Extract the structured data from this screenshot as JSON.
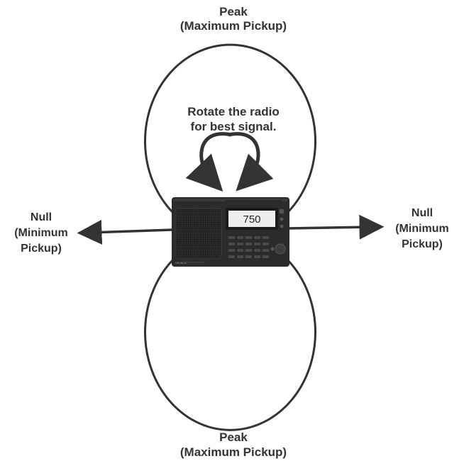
{
  "labels": {
    "peak_top_line1": "Peak",
    "peak_top_line2": "(Maximum Pickup)",
    "peak_bottom_line1": "Peak",
    "peak_bottom_line2": "(Maximum Pickup)",
    "null_left_line1": "Null",
    "null_left_line2": "(Minimum",
    "null_left_line3": "Pickup)",
    "null_right_line1": "Null",
    "null_right_line2": "(Minimum",
    "null_right_line3": "Pickup)",
    "rotate_line1": "Rotate the radio",
    "rotate_line2": "for best signal."
  },
  "radio": {
    "display_value": "750",
    "brand": "GRUNDIG"
  },
  "colors": {
    "lines": "#333333",
    "radio_body": "#2b2b2b",
    "display_bg": "#eeeeee"
  }
}
